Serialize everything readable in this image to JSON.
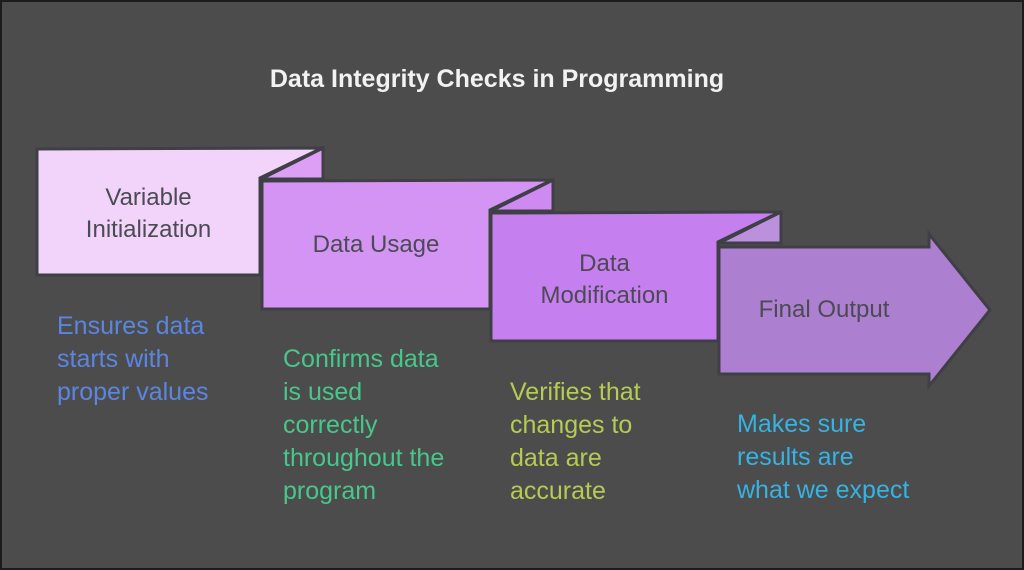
{
  "colors": {
    "background": "#4c4c4c",
    "border": "#1c1c1c",
    "shape_stroke": "#3f3f46",
    "title_text": "#f2f2f2",
    "label_text": "#4b4b54"
  },
  "title": "Data Integrity Checks in Programming",
  "steps": [
    {
      "label": "Variable Initialization",
      "label_lines": [
        "Variable",
        "Initialization"
      ],
      "fill": "#f2d3fa",
      "desc": "Ensures data starts with proper values",
      "desc_lines": [
        "Ensures data",
        "starts with",
        "proper values"
      ],
      "desc_color": "#5b86e0"
    },
    {
      "label": "Data Usage",
      "label_lines": [
        "Data Usage"
      ],
      "fill": "#d494f4",
      "fold_fill": "#dd9ef5",
      "desc": "Confirms data is used correctly throughout the program",
      "desc_lines": [
        "Confirms data",
        "is used",
        "correctly",
        "throughout the",
        "program"
      ],
      "desc_color": "#47c78c"
    },
    {
      "label": "Data Modification",
      "label_lines": [
        "Data",
        "Modification"
      ],
      "fill": "#c67fee",
      "fold_fill": "#cf8af2",
      "desc": "Verifies that changes to data are accurate",
      "desc_lines": [
        "Verifies that",
        "changes to",
        "data are",
        "accurate"
      ],
      "desc_color": "#b5cb52"
    },
    {
      "label": "Final Output",
      "label_lines": [
        "Final Output"
      ],
      "fill": "#ad7fd0",
      "fold_fill": "#bb90dc",
      "desc": "Makes sure results are what we expect",
      "desc_lines": [
        "Makes sure",
        "results are",
        "what we expect"
      ],
      "desc_color": "#36b2e3"
    }
  ]
}
